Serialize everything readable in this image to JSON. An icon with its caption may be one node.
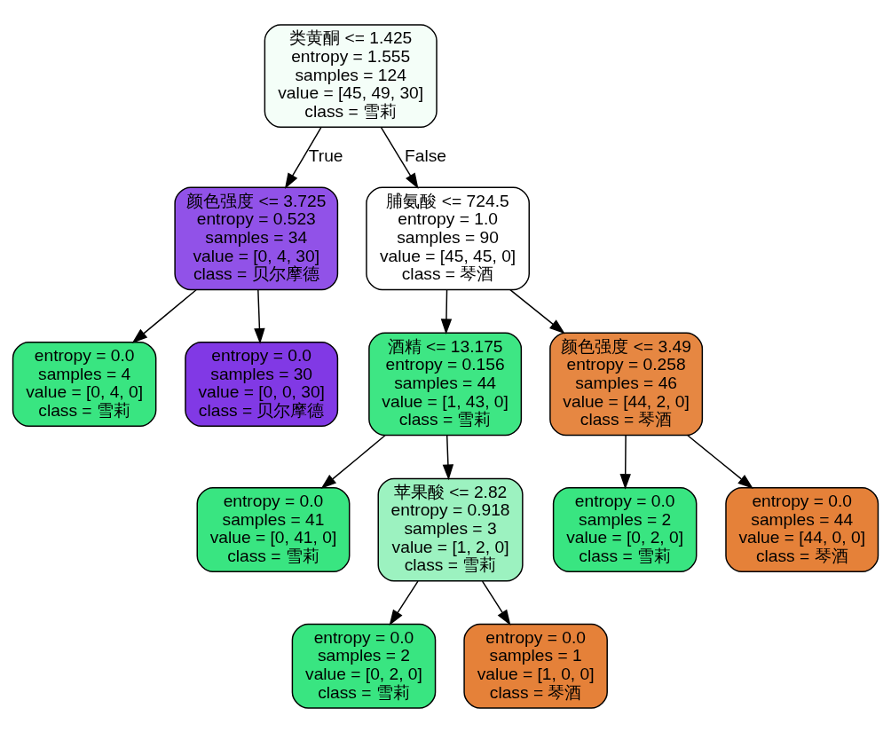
{
  "diagram": {
    "nodes": [
      {
        "text": [
          "类黄酮 <= 1.425",
          "entropy = 1.555",
          "samples = 124",
          "value = [45, 49, 30]",
          "class = 雪莉"
        ]
      },
      {
        "text": [
          "颜色强度 <= 3.725",
          "entropy = 0.523",
          "samples = 34",
          "value = [0, 4, 30]",
          "class = 贝尔摩德"
        ]
      },
      {
        "text": [
          "脯氨酸 <= 724.5",
          "entropy = 1.0",
          "samples = 90",
          "value = [45, 45, 0]",
          "class = 琴酒"
        ]
      },
      {
        "text": [
          "entropy = 0.0",
          "samples = 4",
          "value = [0, 4, 0]",
          "class = 雪莉"
        ]
      },
      {
        "text": [
          "entropy = 0.0",
          "samples = 30",
          "value = [0, 0, 30]",
          "class = 贝尔摩德"
        ]
      },
      {
        "text": [
          "酒精 <= 13.175",
          "entropy = 0.156",
          "samples = 44",
          "value = [1, 43, 0]",
          "class = 雪莉"
        ]
      },
      {
        "text": [
          "颜色强度 <= 3.49",
          "entropy = 0.258",
          "samples = 46",
          "value = [44, 2, 0]",
          "class = 琴酒"
        ]
      },
      {
        "text": [
          "entropy = 0.0",
          "samples = 41",
          "value = [0, 41, 0]",
          "class = 雪莉"
        ]
      },
      {
        "text": [
          "苹果酸 <= 2.82",
          "entropy = 0.918",
          "samples = 3",
          "value = [1, 2, 0]",
          "class = 雪莉"
        ]
      },
      {
        "text": [
          "entropy = 0.0",
          "samples = 2",
          "value = [0, 2, 0]",
          "class = 雪莉"
        ]
      },
      {
        "text": [
          "entropy = 0.0",
          "samples = 44",
          "value = [44, 0, 0]",
          "class = 琴酒"
        ]
      },
      {
        "text": [
          "entropy = 0.0",
          "samples = 2",
          "value = [0, 2, 0]",
          "class = 雪莉"
        ]
      },
      {
        "text": [
          "entropy = 0.0",
          "samples = 1",
          "value = [1, 0, 0]",
          "class = 琴酒"
        ]
      }
    ],
    "edges": [
      {
        "from": 0,
        "to": 1,
        "arrow": "to",
        "label": "True"
      },
      {
        "from": 0,
        "to": 2,
        "arrow": "to",
        "label": "False"
      },
      {
        "from": 1,
        "to": 3,
        "arrow": "to"
      },
      {
        "from": 1,
        "to": 4,
        "arrow": "to"
      },
      {
        "from": 2,
        "to": 5,
        "arrow": "to"
      },
      {
        "from": 2,
        "to": 6,
        "arrow": "to"
      },
      {
        "from": 5,
        "to": 7,
        "arrow": "to"
      },
      {
        "from": 5,
        "to": 8,
        "arrow": "to"
      },
      {
        "from": 6,
        "to": 9,
        "arrow": "to"
      },
      {
        "from": 6,
        "to": 10,
        "arrow": "to"
      },
      {
        "from": 8,
        "to": 11,
        "arrow": "to"
      },
      {
        "from": 8,
        "to": 12,
        "arrow": "to"
      }
    ]
  }
}
